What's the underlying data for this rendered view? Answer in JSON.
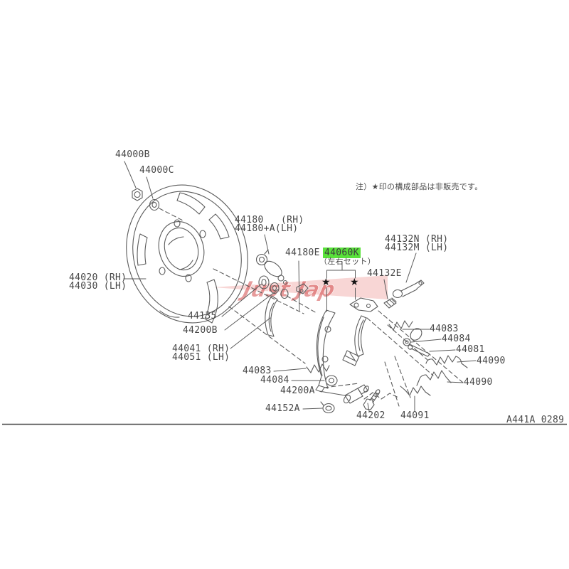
{
  "diagram": {
    "note": "注）★印の構成部品は非販売です。",
    "star": "★",
    "drawing_code": "A441A 0289",
    "watermark_text": "Just Jap",
    "watermark_color": "#d24848",
    "highlight_color": "#59e23a",
    "labels": {
      "n44000B": "44000B",
      "n44000C": "44000C",
      "n44020": "44020 (RH)",
      "n44030": "44030 (LH)",
      "n44180_rh": "44180   (RH)",
      "n44180_lh": "44180+A(LH)",
      "n44180E": "44180E",
      "n44060K": "44060K",
      "n44060K_note": "（左右セット）",
      "n44132N": "44132N (RH)",
      "n44132M": "44132M (LH)",
      "n44132E": "44132E",
      "n44135": "44135",
      "n44200B": "44200B",
      "n44041": "44041 (RH)",
      "n44051": "44051 (LH)",
      "n44083_left": "44083",
      "n44084_left": "44084",
      "n44200A": "44200A",
      "n44152A": "44152A",
      "n44202": "44202",
      "n44091": "44091",
      "n44083_right": "44083",
      "n44084_right": "44084",
      "n44081": "44081",
      "n44090_upper": "44090",
      "n44090_lower": "44090"
    }
  }
}
